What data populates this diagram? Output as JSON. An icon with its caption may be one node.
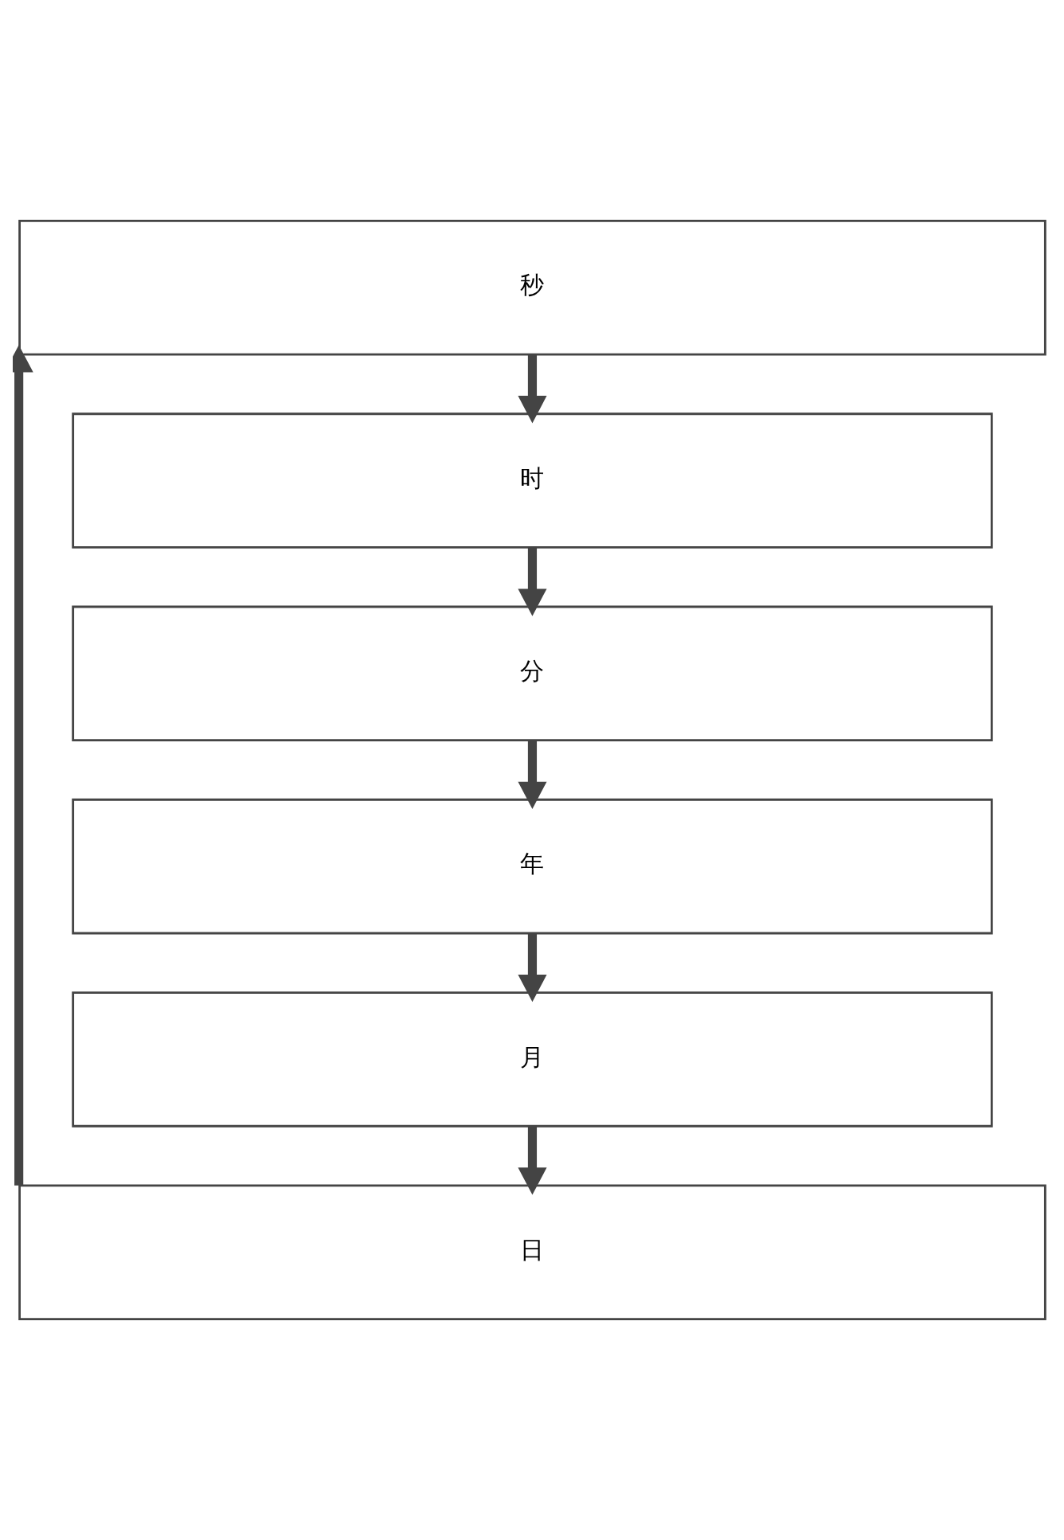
{
  "diagram": {
    "nodes": [
      {
        "text": [
          "秒"
        ]
      },
      {
        "text": [
          "时"
        ]
      },
      {
        "text": [
          "分"
        ]
      },
      {
        "text": [
          "年"
        ]
      },
      {
        "text": [
          "月"
        ]
      },
      {
        "text": [
          "日"
        ]
      }
    ],
    "edges": [
      {
        "from": 0,
        "to": 1,
        "arrow": "to"
      },
      {
        "from": 1,
        "to": 2,
        "arrow": "to"
      },
      {
        "from": 2,
        "to": 3,
        "arrow": "to"
      },
      {
        "from": 3,
        "to": 4,
        "arrow": "to"
      },
      {
        "from": 4,
        "to": 5,
        "arrow": "to"
      },
      {
        "from": 5,
        "to": 0,
        "arrow": "to"
      }
    ]
  }
}
